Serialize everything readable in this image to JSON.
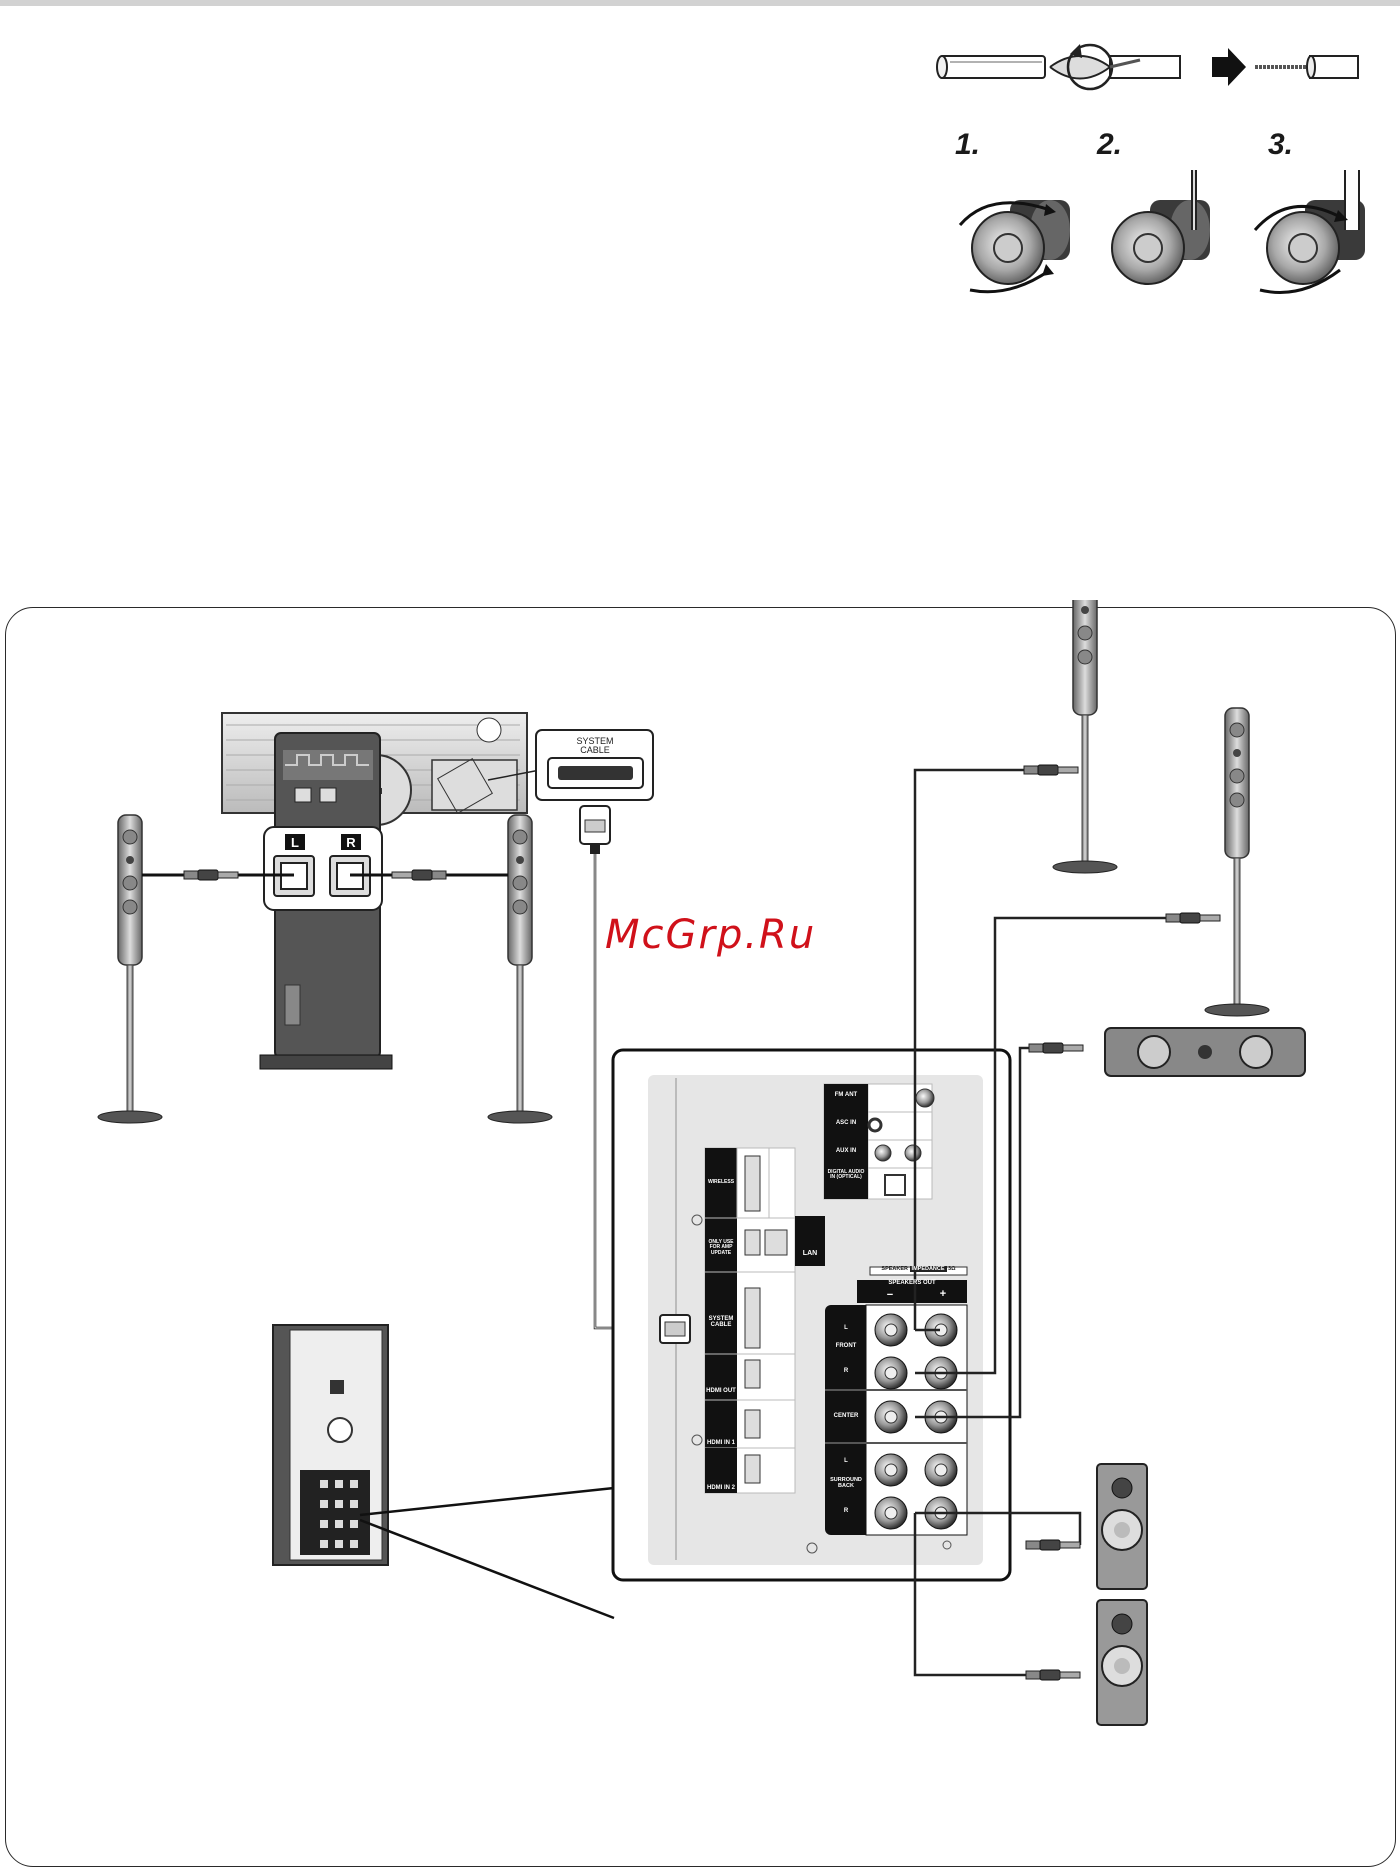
{
  "steps": {
    "step1": "1.",
    "step2": "2.",
    "step3": "3."
  },
  "watermark": "McGrp.Ru",
  "subwoofer_panel": {
    "system_cable_label": "SYSTEM\nCABLE",
    "left_label": "L",
    "right_label": "R"
  },
  "receiver_panel": {
    "fm_ant": "FM ANT",
    "asc_in": "ASC IN",
    "aux_in": "AUX IN",
    "digital_audio_in": "DIGITAL AUDIO IN (OPTICAL)",
    "wireless": "WIRELESS",
    "only_use_for_amp_update": "ONLY USE FOR AMP UPDATE",
    "lan": "LAN",
    "system_cable": "SYSTEM CABLE",
    "hdmi_out": "HDMI OUT",
    "hdmi_in_1": "HDMI IN 1",
    "hdmi_in_2": "HDMI IN 2",
    "speaker_impedance_prefix": "SPEAKER",
    "speaker_impedance_mid": "IMPEDANCE",
    "speaker_impedance_value": "3Ω",
    "speakers_out": "SPEAKERS OUT",
    "minus": "−",
    "plus": "+",
    "front": "FRONT",
    "center": "CENTER",
    "surround_back": "SURROUND BACK",
    "l": "L",
    "r": "R"
  },
  "colors": {
    "panel_dark": "#111111",
    "metal_light": "#d8d8d8",
    "metal_mid": "#9a9a9a",
    "watermark": "#d0111a"
  }
}
